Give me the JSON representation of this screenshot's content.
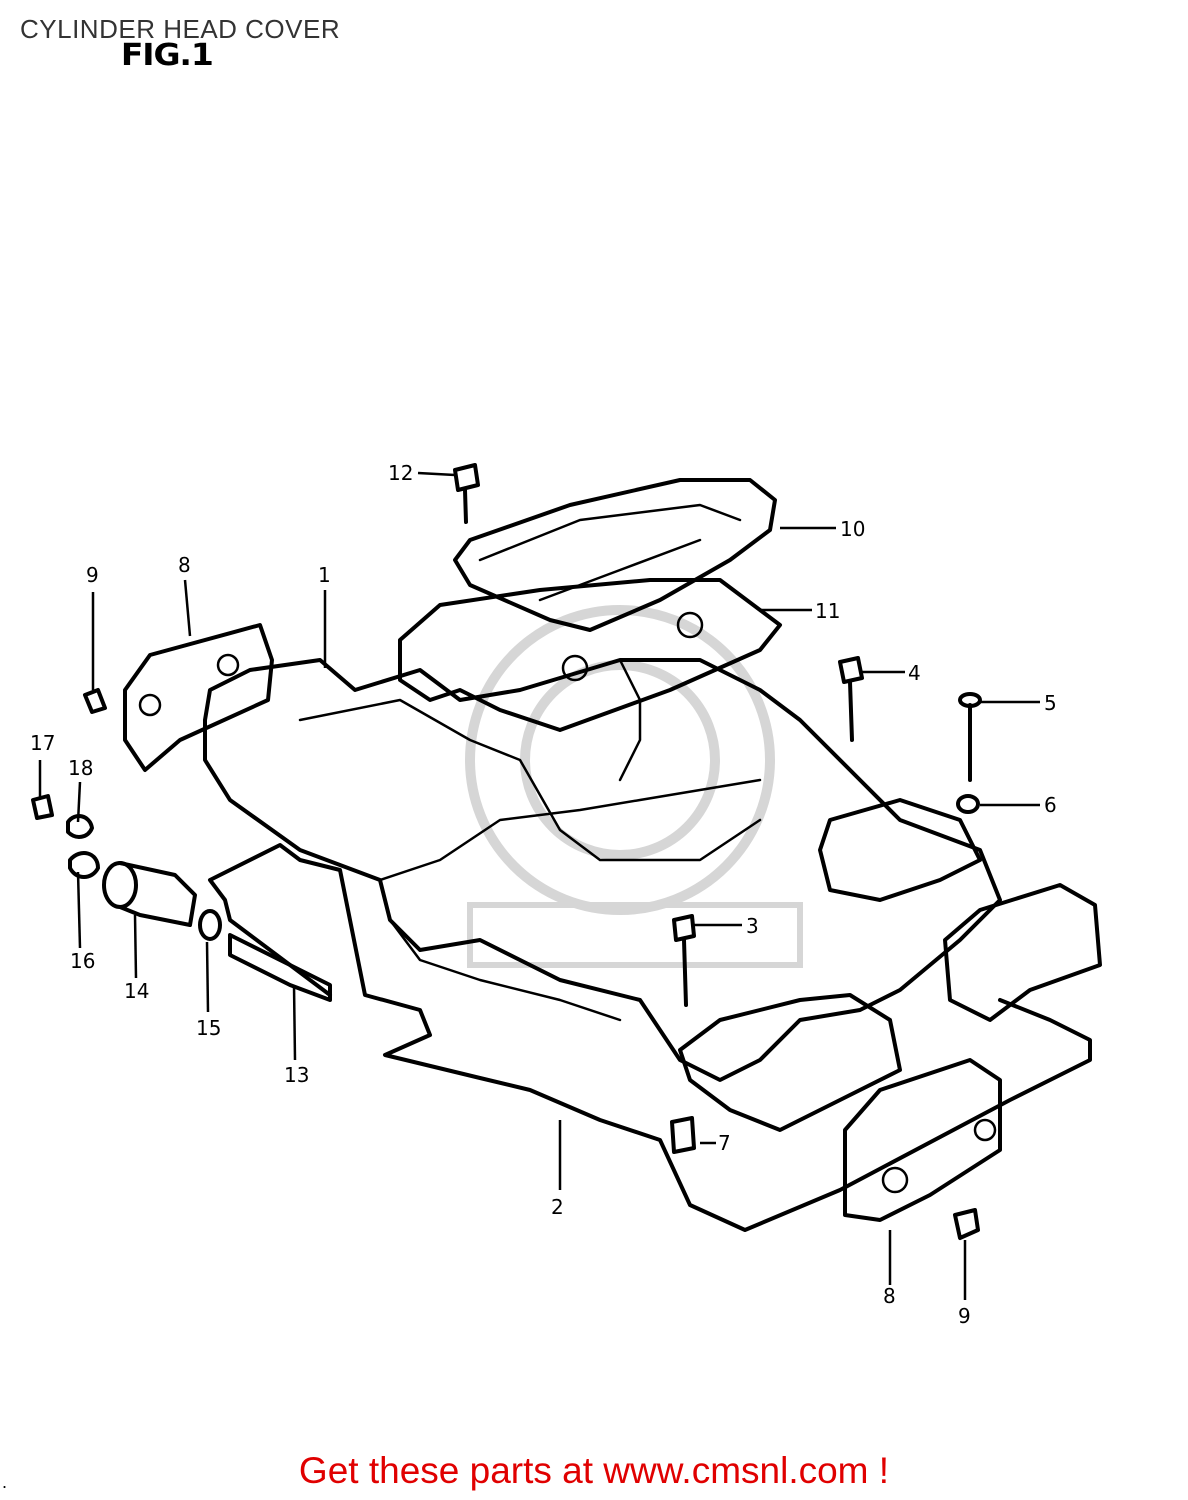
{
  "header": {
    "title": "CYLINDER HEAD COVER",
    "figure": "FIG.1"
  },
  "callouts": [
    {
      "num": "1",
      "name": "callout-1"
    },
    {
      "num": "2",
      "name": "callout-2"
    },
    {
      "num": "3",
      "name": "callout-3"
    },
    {
      "num": "4",
      "name": "callout-4"
    },
    {
      "num": "5",
      "name": "callout-5"
    },
    {
      "num": "6",
      "name": "callout-6"
    },
    {
      "num": "7",
      "name": "callout-7"
    },
    {
      "num": "8",
      "name": "callout-8"
    },
    {
      "num": "8",
      "name": "callout-8b"
    },
    {
      "num": "9",
      "name": "callout-9"
    },
    {
      "num": "9",
      "name": "callout-9b"
    },
    {
      "num": "10",
      "name": "callout-10"
    },
    {
      "num": "11",
      "name": "callout-11"
    },
    {
      "num": "12",
      "name": "callout-12"
    },
    {
      "num": "13",
      "name": "callout-13"
    },
    {
      "num": "14",
      "name": "callout-14"
    },
    {
      "num": "15",
      "name": "callout-15"
    },
    {
      "num": "16",
      "name": "callout-16"
    },
    {
      "num": "17",
      "name": "callout-17"
    },
    {
      "num": "18",
      "name": "callout-18"
    }
  ],
  "footer": {
    "link_text": "Get these parts at www.cmsnl.com !",
    "dot": "."
  },
  "colors": {
    "footer": "#e00000",
    "lines": "#000000",
    "watermark": "#d6d6d6"
  }
}
